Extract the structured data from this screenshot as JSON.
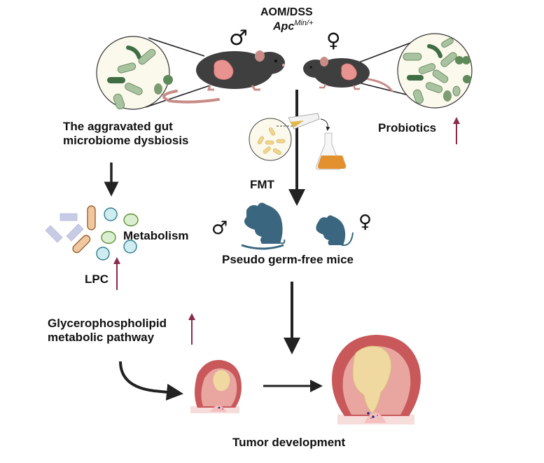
{
  "title": {
    "model_1": "AOM/DSS",
    "model_2_italic": "Apc",
    "model_2_sup": "Min/+"
  },
  "sex_symbols": {
    "male": "♂",
    "female": "♀"
  },
  "labels": {
    "dysbiosis": [
      "The aggravated gut",
      "microbiome dysbiosis"
    ],
    "probiotics": "Probiotics",
    "fmt": "FMT",
    "metabolism": "Metabolism",
    "lpc": "LPC",
    "pseudo_germ_free": "Pseudo germ-free mice",
    "glycerophospholipid": [
      "Glycerophospholipid",
      "metabolic pathway"
    ],
    "tumor_development": "Tumor development"
  },
  "indicators": {
    "probiotics": "increase",
    "lpc": "increase",
    "glycerophospholipid": "increase"
  },
  "colors": {
    "up_arrow": "#8b2a4a",
    "flow_arrow": "#222222",
    "mouse_dark": "#3f3f3f",
    "mouse_germfree": "#3a6680",
    "gut": "#e8938f",
    "bacteria_light": "#a9c3a0",
    "bacteria_dark": "#3f6e45",
    "lens_bg": "#fbf8ec",
    "tumor_outer": "#c8585a",
    "tumor_inner": "#e9a5a0",
    "tumor_core": "#efd9a0",
    "fmt_liquid": "#e3912f"
  }
}
